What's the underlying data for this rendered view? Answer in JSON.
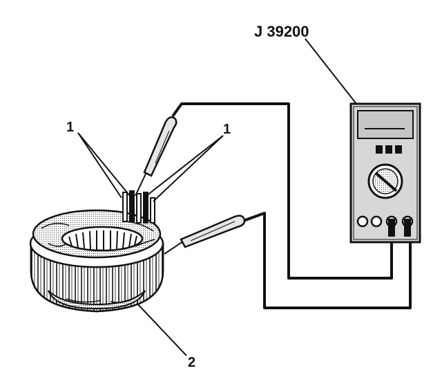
{
  "labels": {
    "tool_id": "J 39200",
    "leads_callout_left": "1",
    "leads_callout_right": "1",
    "stator_callout": "2"
  },
  "colors": {
    "ink": "#111111",
    "paper": "#ffffff",
    "meter_body": "#d7d7d7",
    "meter_screen": "#c6c6c6"
  }
}
